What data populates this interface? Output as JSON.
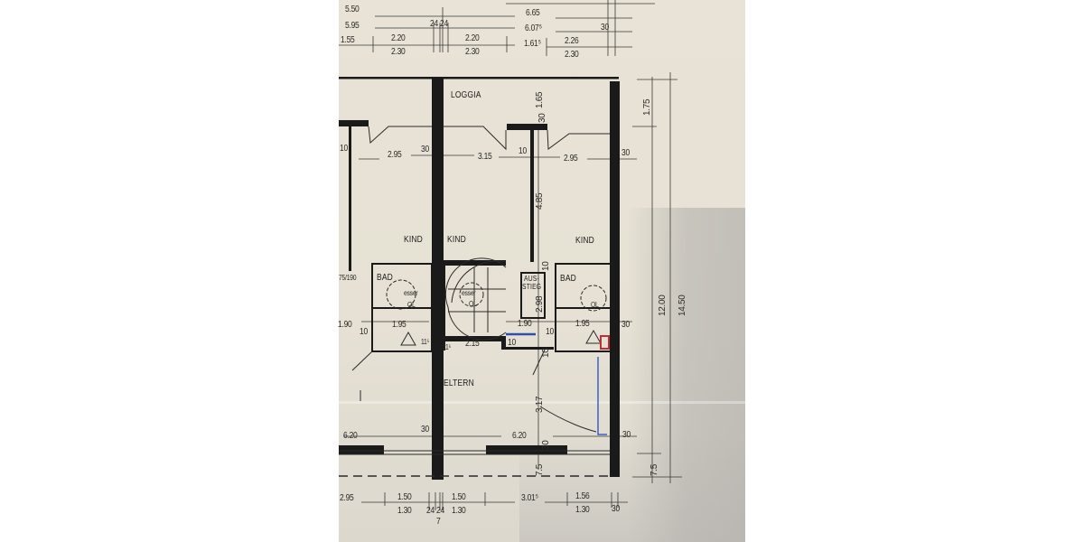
{
  "rooms": {
    "loggia": "LOGGIA",
    "kind_1": "KIND",
    "kind_2": "KIND",
    "kind_3": "KIND",
    "bad_1": "BAD",
    "bad_2": "BAD",
    "eltern": "ELTERN",
    "ausstieg_1": "AUS-",
    "ausstieg_2": "STIEG",
    "esser_1": "esser",
    "ol_1": "OL",
    "esser_2": "esser",
    "ol_2": "OL",
    "ol_3": "OL",
    "window_size": "75/190"
  },
  "top_dimensions": [
    "5.50",
    "5.95",
    "1.55",
    "24 24",
    "2.20",
    "2.30",
    "2.20",
    "2.30",
    "6.65",
    "6.07⁵",
    "1.61⁵",
    "2.26",
    "2.30",
    "30"
  ],
  "plan_dimensions": [
    "10",
    "2.95",
    "30",
    "3.15",
    "10",
    "2.95",
    "30",
    "1.65",
    "30",
    "1.75",
    "4.85",
    "10",
    "2.98",
    "1.90",
    "10",
    "1.95",
    "11⁵",
    "11⁵",
    "2.15",
    "10",
    "1.90",
    "10",
    "1.95",
    "30",
    "10",
    "12.00",
    "14.50",
    "3.17",
    "6.20",
    "30",
    "6.20",
    "30",
    "30",
    "7.5",
    "7.5"
  ],
  "bottom_dimensions": [
    "2.95",
    "1.50",
    "1.30",
    "24 24",
    "1.50",
    "1.30",
    "7",
    "3.01⁵",
    "1.56",
    "1.30",
    "30"
  ],
  "colors": {
    "paper": "#e8e3d6",
    "wall": "#1a1a1a",
    "blue_markup": "#2d4fb0",
    "red_markup": "#c0303a"
  }
}
